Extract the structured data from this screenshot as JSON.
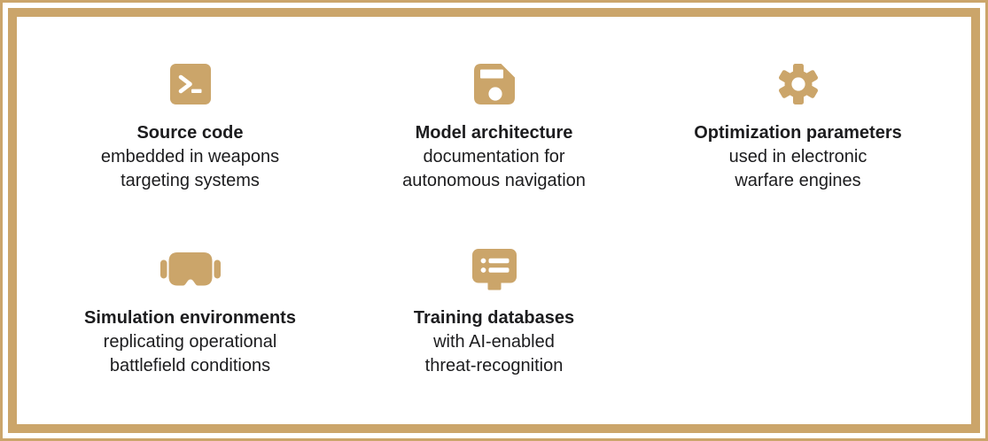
{
  "colors": {
    "accent": "#cba56a",
    "text": "#1c1c1e",
    "background": "#ffffff"
  },
  "cards": [
    {
      "icon": "terminal-icon",
      "title": "Source code",
      "description": "embedded in weapons\ntargeting systems"
    },
    {
      "icon": "floppy-disk-icon",
      "title": "Model architecture",
      "description": "documentation for\nautonomous navigation"
    },
    {
      "icon": "gear-icon",
      "title": "Optimization parameters",
      "description": "used in electronic\nwarfare engines"
    },
    {
      "icon": "vr-headset-icon",
      "title": "Simulation environments",
      "description": "replicating operational\nbattlefield conditions"
    },
    {
      "icon": "list-board-icon",
      "title": "Training databases",
      "description": "with AI-enabled\nthreat-recognition"
    }
  ]
}
